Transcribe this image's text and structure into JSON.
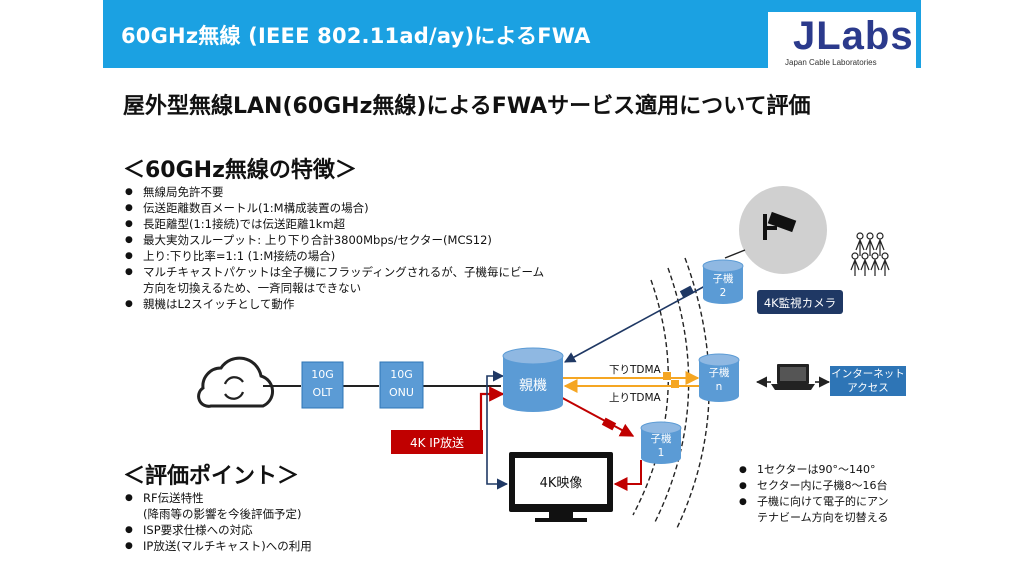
{
  "header": {
    "title": "60GHz無線 (IEEE 802.11ad/ay)によるFWA"
  },
  "logo": {
    "text": "JLabs",
    "subtitle": "Japan Cable Laboratories"
  },
  "main_title": "屋外型無線LAN(60GHz無線)によるFWAサービス適用について評価",
  "features": {
    "title": "＜60GHz無線の特徴＞",
    "items": [
      "無線局免許不要",
      "伝送距離数百メートル(1:M構成装置の場合)",
      "長距離型(1:1接続)では伝送距離1km超",
      "最大実効スループット: 上り下り合計3800Mbps/セクター(MCS12)",
      "上り:下り比率=1:1 (1:M接続の場合)",
      "マルチキャストパケットは全子機にフラッディングされるが、子機毎にビーム",
      "方向を切換えるため、一斉同報はできない",
      "親機はL2スイッチとして動作"
    ]
  },
  "evaluation": {
    "title": "＜評価ポイント＞",
    "items": [
      "RF伝送特性",
      "(降雨等の影響を今後評価予定)",
      "ISP要求仕様への対応",
      "IP放送(マルチキャスト)への利用"
    ]
  },
  "diagram": {
    "olt_line1": "10G",
    "olt_line2": "OLT",
    "onu_line1": "10G",
    "onu_line2": "ONU",
    "parent": "親機",
    "child_2_line1": "子機",
    "child_2_line2": "2",
    "child_n_line1": "子機",
    "child_n_line2": "n",
    "child_1_line1": "子機",
    "child_1_line2": "1",
    "down_tdma": "下りTDMA",
    "up_tdma": "上りTDMA",
    "ip_broadcast": "4K IP放送",
    "tv_label": "4K映像",
    "camera_label": "4K監視カメラ",
    "internet_line1": "インターネット",
    "internet_line2": "アクセス"
  },
  "notes": [
    "1セクターは90°～140°",
    "セクター内に子機8～16台",
    "子機に向けて電子的にアン",
    "テナビーム方向を切替える"
  ],
  "colors": {
    "header": "#1ba1e2",
    "cylinder": "#5b9bd5",
    "navy": "#1f3864",
    "red": "#c00000",
    "orange": "#f5a623",
    "box_blue": "#2e75b6"
  }
}
